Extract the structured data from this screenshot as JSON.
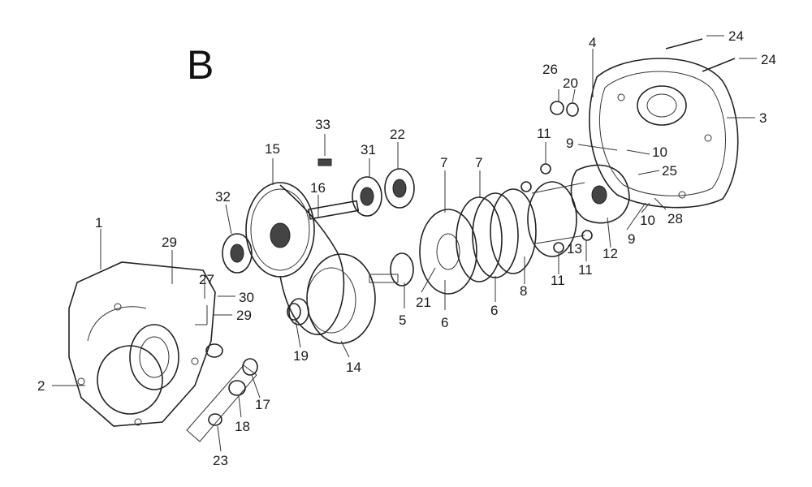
{
  "section_letter": "B",
  "labels": {
    "p1": "1",
    "p2": "2",
    "p3": "3",
    "p4": "4",
    "p5": "5",
    "p6a": "6",
    "p6b": "6",
    "p7a": "7",
    "p7b": "7",
    "p8": "8",
    "p9a": "9",
    "p9b": "9",
    "p10a": "10",
    "p10b": "10",
    "p11a": "11",
    "p11b": "11",
    "p11c": "11",
    "p12": "12",
    "p13": "13",
    "p14": "14",
    "p15": "15",
    "p16": "16",
    "p17": "17",
    "p18": "18",
    "p19": "19",
    "p20": "20",
    "p21": "21",
    "p22": "22",
    "p23": "23",
    "p24a": "24",
    "p24b": "24",
    "p25": "25",
    "p26": "26",
    "p27": "27",
    "p28": "28",
    "p29a": "29",
    "p29b": "29",
    "p30": "30",
    "p31": "31",
    "p32": "32",
    "p33": "33"
  }
}
